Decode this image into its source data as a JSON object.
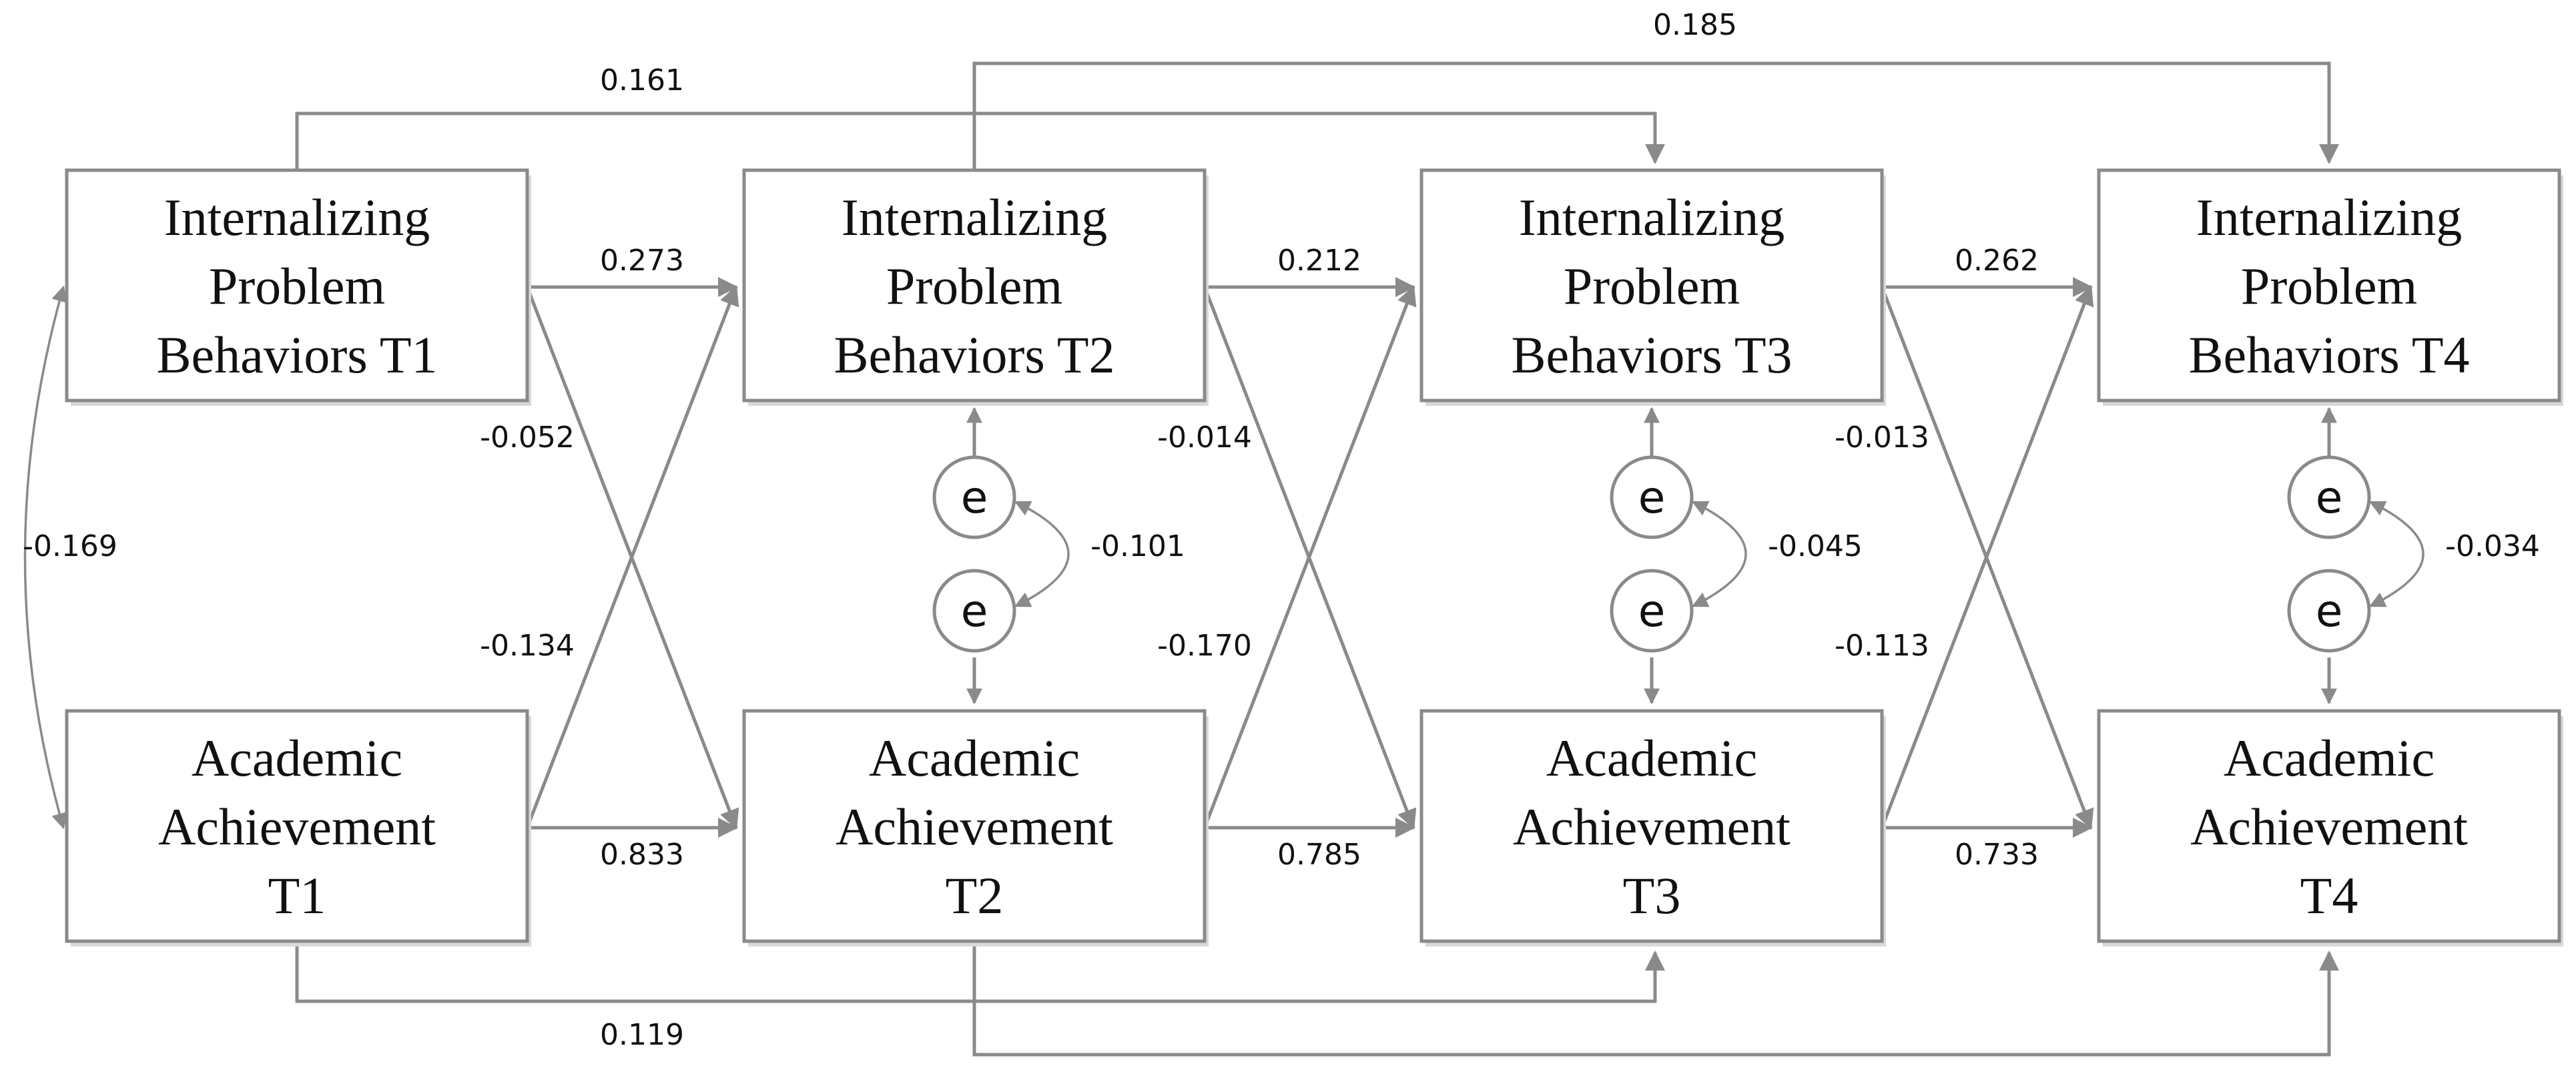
{
  "nodes": {
    "int_t1": [
      "Internalizing",
      "Problem",
      "Behaviors T1"
    ],
    "int_t2": [
      "Internalizing",
      "Problem",
      "Behaviors T2"
    ],
    "int_t3": [
      "Internalizing",
      "Problem",
      "Behaviors T3"
    ],
    "int_t4": [
      "Internalizing",
      "Problem",
      "Behaviors T4"
    ],
    "ach_t1": [
      "Academic",
      "Achievement",
      "T1"
    ],
    "ach_t2": [
      "Academic",
      "Achievement",
      "T2"
    ],
    "ach_t3": [
      "Academic",
      "Achievement",
      "T3"
    ],
    "ach_t4": [
      "Academic",
      "Achievement",
      "T4"
    ]
  },
  "error_label": "e",
  "coefficients": {
    "int_t1_t3": "0.161",
    "int_t2_t4": "0.185",
    "ach_t1_t3": "0.119",
    "int_t1_t2": "0.273",
    "int_t2_t3": "0.212",
    "int_t3_t4": "0.262",
    "ach_t1_t2": "0.833",
    "ach_t2_t3": "0.785",
    "ach_t3_t4": "0.733",
    "int_t1_ach_t2": "-0.052",
    "int_t2_ach_t3": "-0.014",
    "int_t3_ach_t4": "-0.013",
    "ach_t1_int_t2": "-0.134",
    "ach_t2_int_t3": "-0.170",
    "ach_t3_int_t4": "-0.113",
    "cov_t1": "-0.169",
    "err_cov_t2": "-0.101",
    "err_cov_t3": "-0.045",
    "err_cov_t4": "-0.034"
  }
}
